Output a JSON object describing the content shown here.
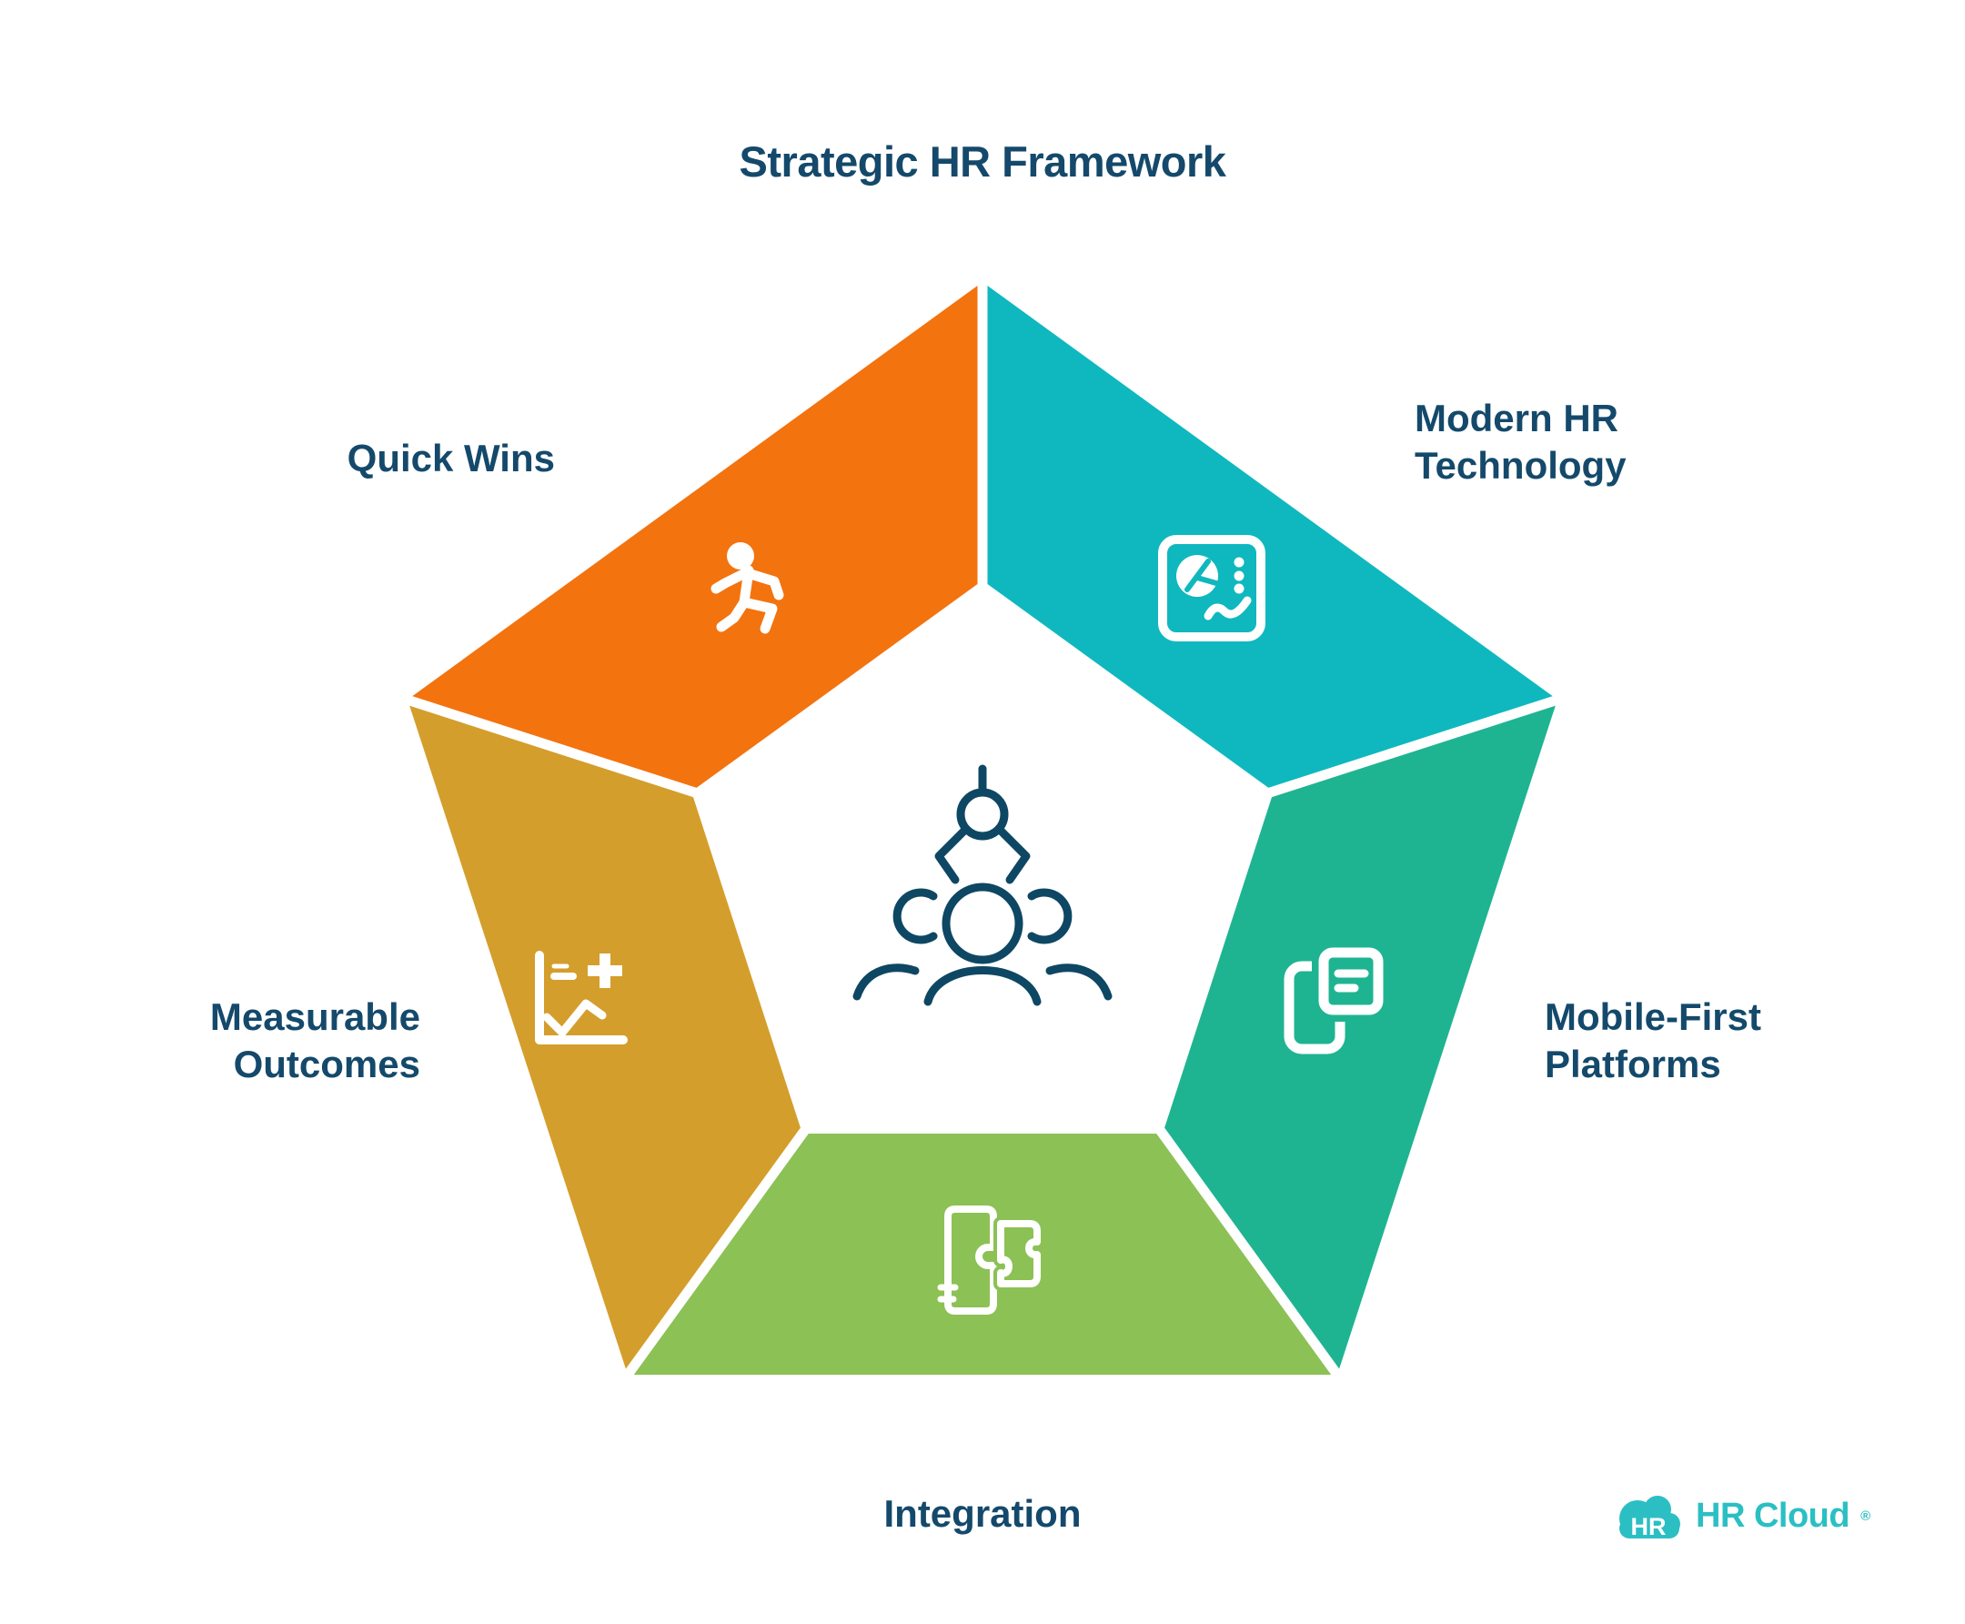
{
  "title": "Strategic HR Framework",
  "colors": {
    "background": "#FFFFFF",
    "text_navy": "#14496B",
    "center_icon_navy": "#0E4763",
    "separator_white": "#FFFFFF",
    "logo_teal": "#2BBFC4"
  },
  "segments": [
    {
      "id": "quick-wins",
      "label": "Quick Wins",
      "color": "#F3730F",
      "icon": "running-person-icon"
    },
    {
      "id": "modern-hr-technology",
      "label": "Modern HR\nTechnology",
      "color": "#0FB8BE",
      "icon": "analytics-dashboard-icon"
    },
    {
      "id": "mobile-first-platforms",
      "label": "Mobile-First\nPlatforms",
      "color": "#1FB491",
      "icon": "mobile-devices-icon"
    },
    {
      "id": "integration",
      "label": "Integration",
      "color": "#8CC155",
      "icon": "puzzle-pieces-icon"
    },
    {
      "id": "measurable-outcomes",
      "label": "Measurable\nOutcomes",
      "color": "#D49E2C",
      "icon": "chart-plus-icon"
    }
  ],
  "center": {
    "icon": "talent-people-claw-icon"
  },
  "logo": {
    "badge": "HR",
    "name": "HR Cloud",
    "registered": "®"
  }
}
